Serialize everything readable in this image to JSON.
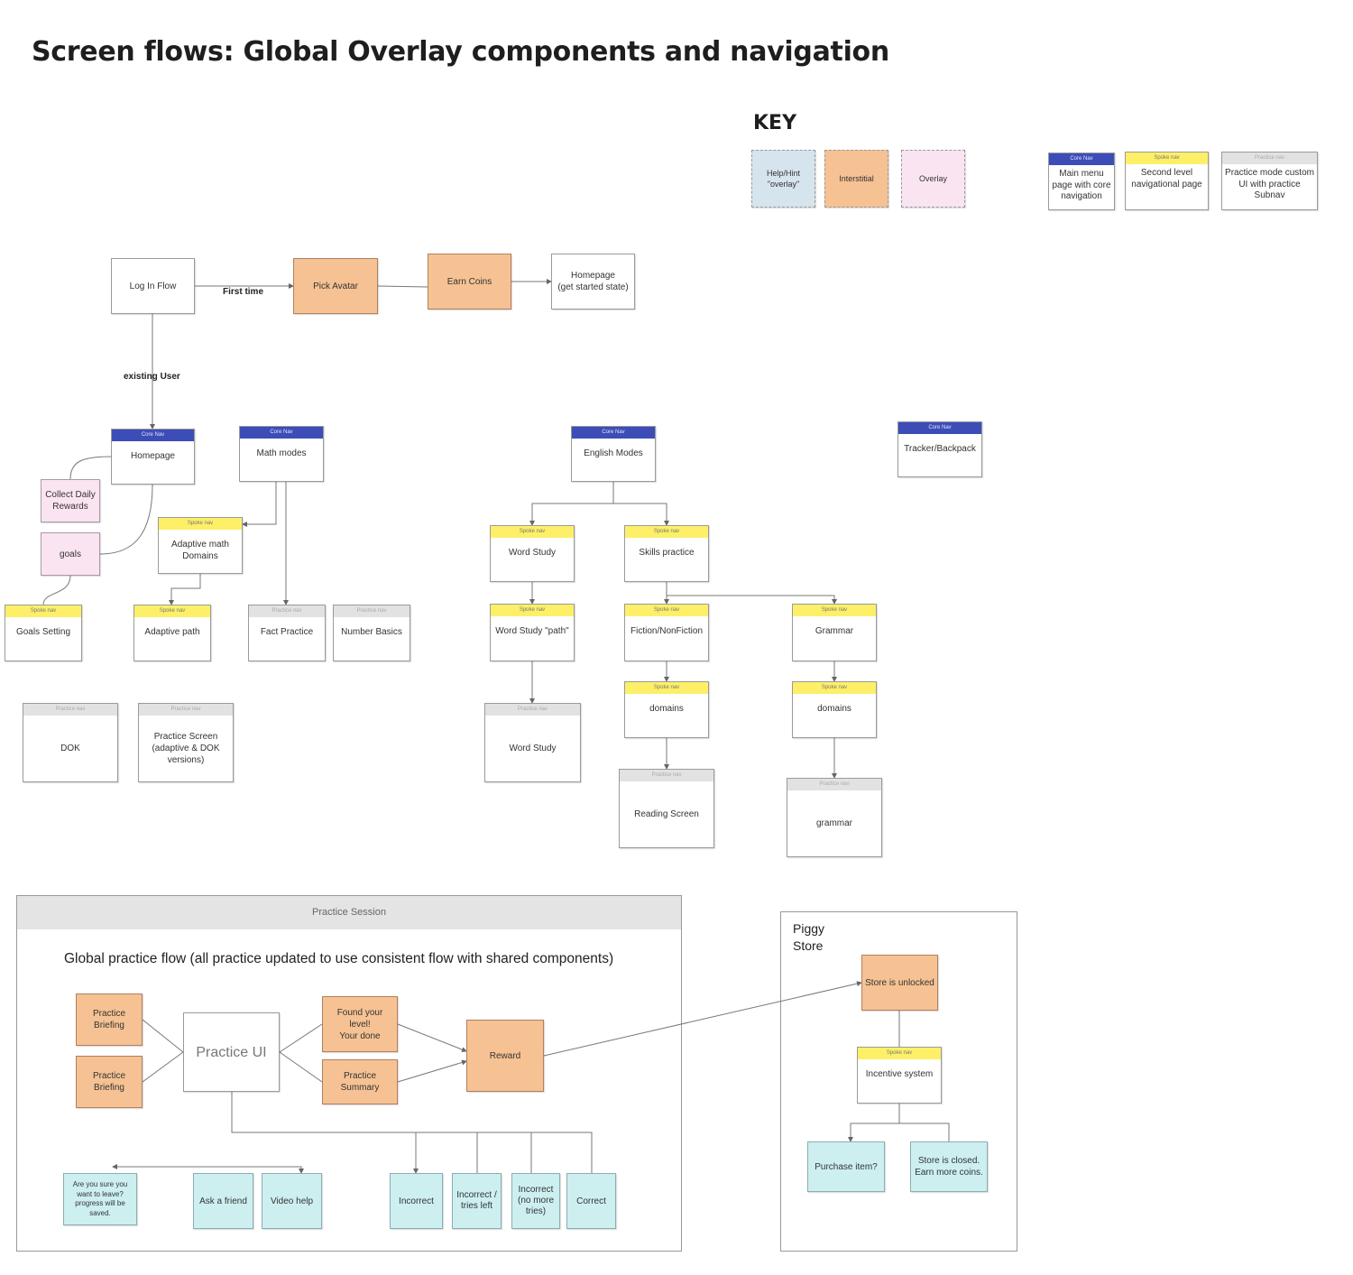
{
  "title": "Screen flows: Global Overlay components and navigation",
  "key": {
    "title": "KEY",
    "items": [
      {
        "id": "key-help",
        "text": "Help/Hint\n\"overlay\"",
        "color": "#d6e4ee"
      },
      {
        "id": "key-interstitial",
        "text": "Interstitial",
        "color": "#f6c293"
      },
      {
        "id": "key-overlay",
        "text": "Overlay",
        "color": "#fbe4f1"
      },
      {
        "id": "key-core",
        "header": "Core Nav",
        "text": "Main menu\npage with core\nnavigation"
      },
      {
        "id": "key-spoke",
        "header": "Spoke nav",
        "text": "Second level\nnavigational page"
      },
      {
        "id": "key-practice",
        "header": "Practice nav",
        "text": "Practice mode custom\nUI with practice Subnav"
      }
    ]
  },
  "nav_colors": {
    "core": "#3d4db7",
    "spoke": "#fdf068",
    "practice": "#e2e2e2",
    "interstitial": "#f6c293",
    "overlay": "#fbe4f1",
    "help": "#d6e4ee",
    "feedback": "#cdeff0"
  },
  "labels": {
    "first_time": "First time",
    "existing_user": "existing User"
  },
  "nodes": [
    {
      "id": "login",
      "text": "Log In Flow"
    },
    {
      "id": "pick-avatar",
      "text": "Pick Avatar",
      "style": "orange"
    },
    {
      "id": "earn-coins",
      "text": "Earn Coins",
      "style": "orange"
    },
    {
      "id": "homepage-start",
      "text": "Homepage\n(get started state)"
    },
    {
      "id": "homepage",
      "header": "Core Nav",
      "text": "Homepage"
    },
    {
      "id": "math-modes",
      "header": "Core Nav",
      "text": "Math modes"
    },
    {
      "id": "english-modes",
      "header": "Core Nav",
      "text": "English Modes"
    },
    {
      "id": "tracker",
      "header": "Core Nav",
      "text": "Tracker/Backpack"
    },
    {
      "id": "daily-rewards",
      "text": "Collect Daily\nRewards",
      "style": "pink"
    },
    {
      "id": "goals",
      "text": "goals",
      "style": "pink"
    },
    {
      "id": "adaptive-domains",
      "header": "Spoke nav",
      "text": "Adaptive math\nDomains"
    },
    {
      "id": "goals-setting",
      "header": "Spoke nav",
      "text": "Goals Setting"
    },
    {
      "id": "adaptive-path",
      "header": "Spoke nav",
      "text": "Adaptive path"
    },
    {
      "id": "fact-practice",
      "header": "Practice nav",
      "text": "Fact Practice"
    },
    {
      "id": "number-basics",
      "header": "Practice nav",
      "text": "Number Basics"
    },
    {
      "id": "dok",
      "header": "Practice nav",
      "text": "DOK"
    },
    {
      "id": "practice-screen",
      "header": "Practice nav",
      "text": "Practice Screen\n(adaptive & DOK\nversions)"
    },
    {
      "id": "word-study",
      "header": "Spoke nav",
      "text": "Word Study"
    },
    {
      "id": "skills-practice",
      "header": "Spoke nav",
      "text": "Skills practice"
    },
    {
      "id": "word-study-path",
      "header": "Spoke nav",
      "text": "Word Study \"path\""
    },
    {
      "id": "fiction",
      "header": "Spoke nav",
      "text": "Fiction/NonFiction"
    },
    {
      "id": "grammar-spoke",
      "header": "Spoke nav",
      "text": "Grammar"
    },
    {
      "id": "domains-1",
      "header": "Spoke nav",
      "text": "domains"
    },
    {
      "id": "domains-2",
      "header": "Spoke nav",
      "text": "domains"
    },
    {
      "id": "word-study-practice",
      "header": "Practice nav",
      "text": "Word Study"
    },
    {
      "id": "reading-screen",
      "header": "Practice nav",
      "text": "Reading Screen"
    },
    {
      "id": "grammar-practice",
      "header": "Practice nav",
      "text": "grammar"
    },
    {
      "id": "briefing-1",
      "text": "Practice\nBriefing",
      "style": "orange"
    },
    {
      "id": "briefing-2",
      "text": "Practice\nBriefing",
      "style": "orange"
    },
    {
      "id": "practice-ui",
      "text": "Practice UI",
      "style": "big"
    },
    {
      "id": "found-level",
      "text": "Found your level!\nYour done",
      "style": "orange"
    },
    {
      "id": "practice-summary",
      "text": "Practice Summary",
      "style": "orange"
    },
    {
      "id": "reward",
      "text": "Reward",
      "style": "orange"
    },
    {
      "id": "leave",
      "text": "Are you sure you\nwant to leave?\nprogress will be\nsaved.",
      "style": "teal"
    },
    {
      "id": "ask-friend",
      "text": "Ask a friend",
      "style": "teal"
    },
    {
      "id": "video-help",
      "text": "Video help",
      "style": "teal"
    },
    {
      "id": "incorrect",
      "text": "Incorrect",
      "style": "teal"
    },
    {
      "id": "incorrect-tries",
      "text": "Incorrect /\ntries left",
      "style": "teal"
    },
    {
      "id": "incorrect-none",
      "text": "Incorrect\n(no more\ntries)",
      "style": "teal"
    },
    {
      "id": "correct",
      "text": "Correct",
      "style": "teal"
    },
    {
      "id": "store-unlocked",
      "text": "Store is unlocked",
      "style": "orange"
    },
    {
      "id": "incentive",
      "header": "Spoke nav",
      "text": "Incentive system"
    },
    {
      "id": "purchase",
      "text": "Purchase item?",
      "style": "teal"
    },
    {
      "id": "store-closed",
      "text": "Store is closed.\nEarn more coins.",
      "style": "teal"
    }
  ],
  "practice_session": {
    "header": "Practice Session",
    "subtitle": "Global practice flow (all practice updated to use consistent flow with shared components)"
  },
  "piggy_store": {
    "title": "Piggy\nStore"
  }
}
